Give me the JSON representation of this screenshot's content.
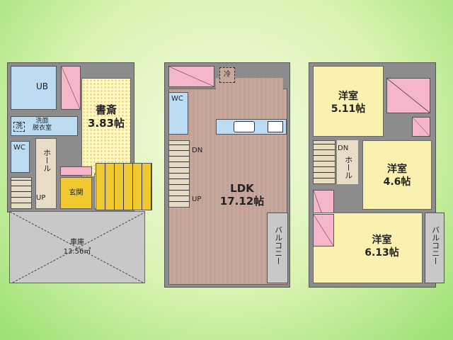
{
  "floor1": {
    "ub": "UB",
    "washroom_icon": "洗",
    "washroom": "洗面\n脱衣室",
    "wc": "WC",
    "hall": "ホール",
    "up": "UP",
    "study_name": "書斎",
    "study_size": "3.83帖",
    "entrance": "玄関",
    "garage_name": "車庫",
    "garage_size": "13.56㎡"
  },
  "floor2": {
    "fridge": "冷",
    "wc": "WC",
    "dn": "DN",
    "up": "UP",
    "ldk_name": "LDK",
    "ldk_size": "17.12帖",
    "balcony": "バルコニー"
  },
  "floor3": {
    "room1_name": "洋室",
    "room1_size": "5.11帖",
    "dn": "DN",
    "hall": "ホール",
    "room2_name": "洋室",
    "room2_size": "4.6帖",
    "room3_name": "洋室",
    "room3_size": "6.13帖",
    "balcony": "バルコニー"
  }
}
